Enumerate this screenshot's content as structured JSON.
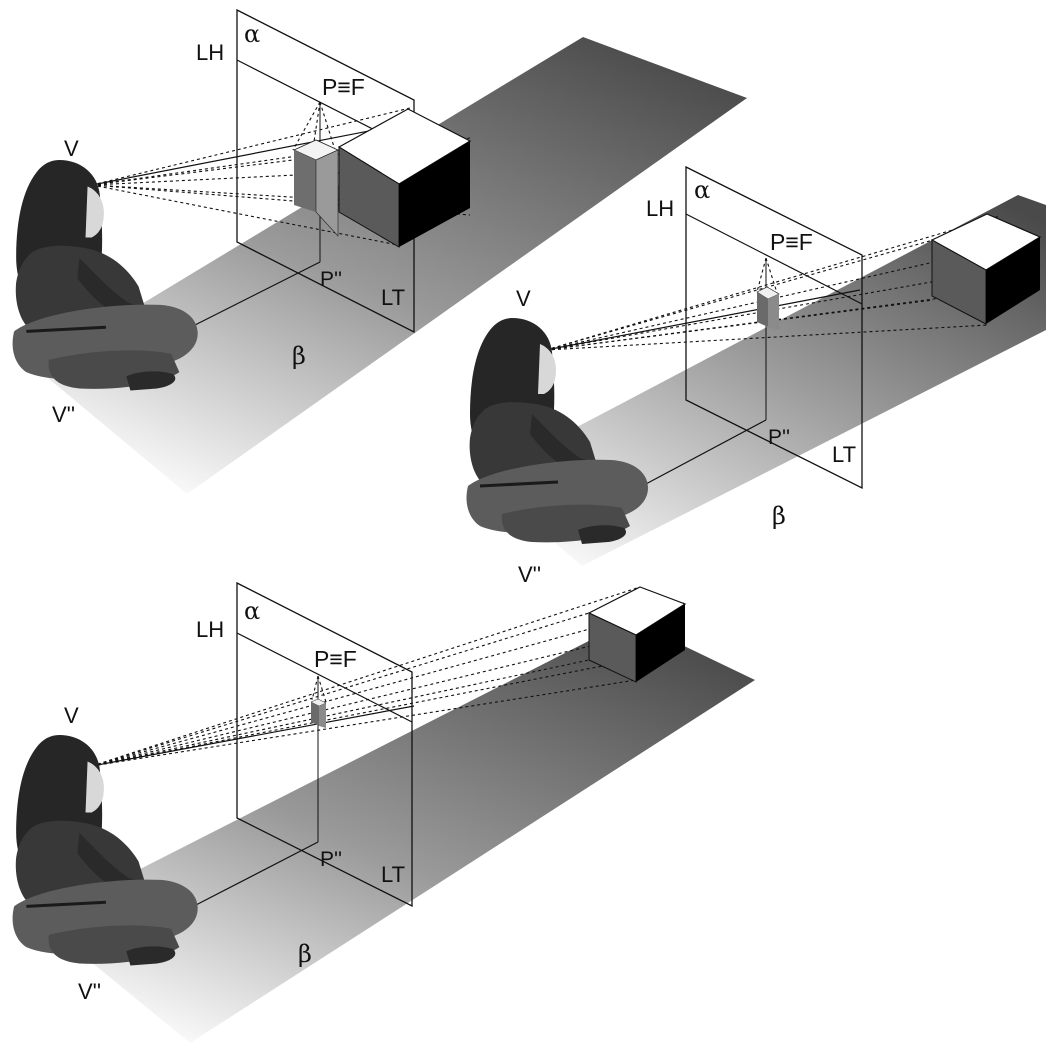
{
  "labels": {
    "alpha": "α",
    "beta": "β",
    "horizon": "LH",
    "ground": "LT",
    "viewpoint": "V",
    "viewpoint_projection": "V''",
    "principal_point": "P≡F",
    "principal_projection": "P''"
  },
  "scenes": [
    {
      "id": "scene-near",
      "cube_distance": "near"
    },
    {
      "id": "scene-mid",
      "cube_distance": "mid"
    },
    {
      "id": "scene-far",
      "cube_distance": "far"
    }
  ],
  "colors": {
    "line": "#111111",
    "ground_dark": "#4a4a4a",
    "ground_light": "#ffffff",
    "cube_top": "#ffffff",
    "cube_front": "#5a5a5a",
    "cube_side": "#000000",
    "figure": "#2e2e2e"
  }
}
